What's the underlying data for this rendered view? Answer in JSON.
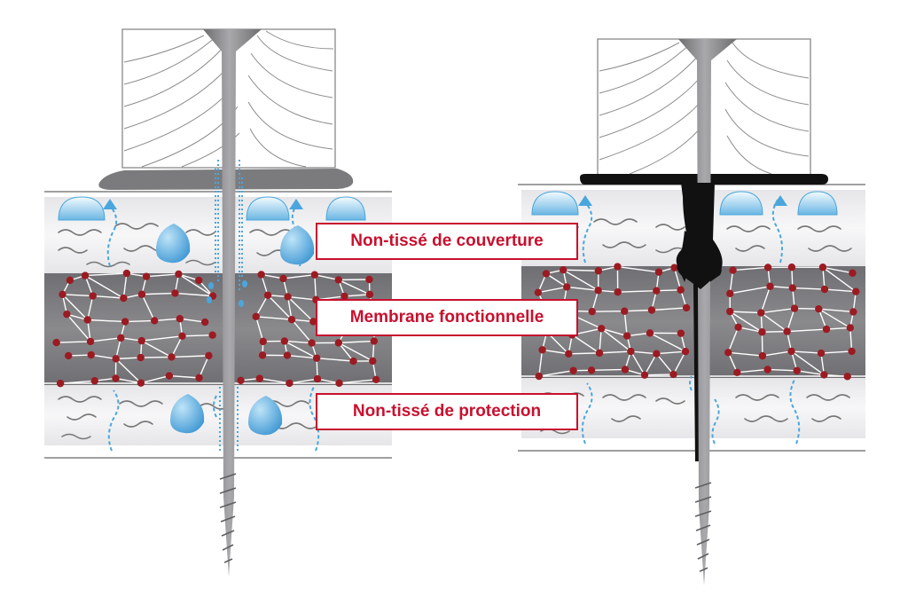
{
  "labels": {
    "top": "Non-tissé de couverture",
    "middle": "Membrane fonctionnelle",
    "bottom": "Non-tissé de protection"
  },
  "colors": {
    "label_red": "#c8102e",
    "membrane_grey": "#7d7d80",
    "fleece": "#eeeef0",
    "screw": "#8a8a8c",
    "node_red": "#9b1b22",
    "water_blue": "#4aa6dc",
    "sealant_black": "#111111"
  }
}
